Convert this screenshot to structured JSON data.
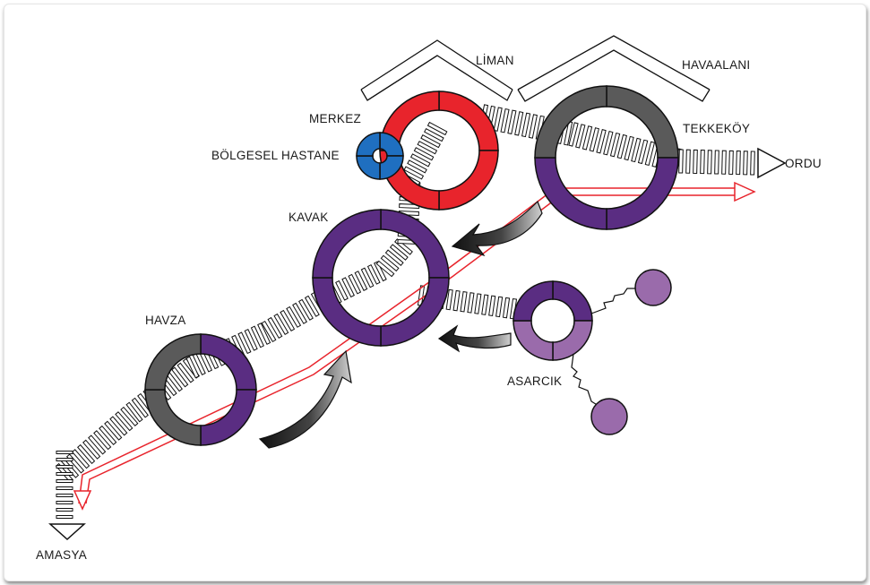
{
  "labels": {
    "liman": "LİMAN",
    "havaalani": "HAVAALANI",
    "merkez": "MERKEZ",
    "hastane": "BÖLGESEL HASTANE",
    "tekkekoy": "TEKKEKÖY",
    "ordu": "ORDU",
    "kavak": "KAVAK",
    "havza": "HAVZA",
    "asarcik": "ASARCIK",
    "amasya": "AMASYA"
  },
  "colors": {
    "red": "#e8242c",
    "blue": "#1f6fc0",
    "purple": "#5a2d82",
    "gray": "#5a5a5a",
    "light_purple": "#9a6bab",
    "outline": "#111111"
  },
  "icons": {
    "ordu_arrow": "triangle-right-icon",
    "amasya_arrow": "triangle-down-icon",
    "flow_arrow": "curved-arrow-icon"
  }
}
